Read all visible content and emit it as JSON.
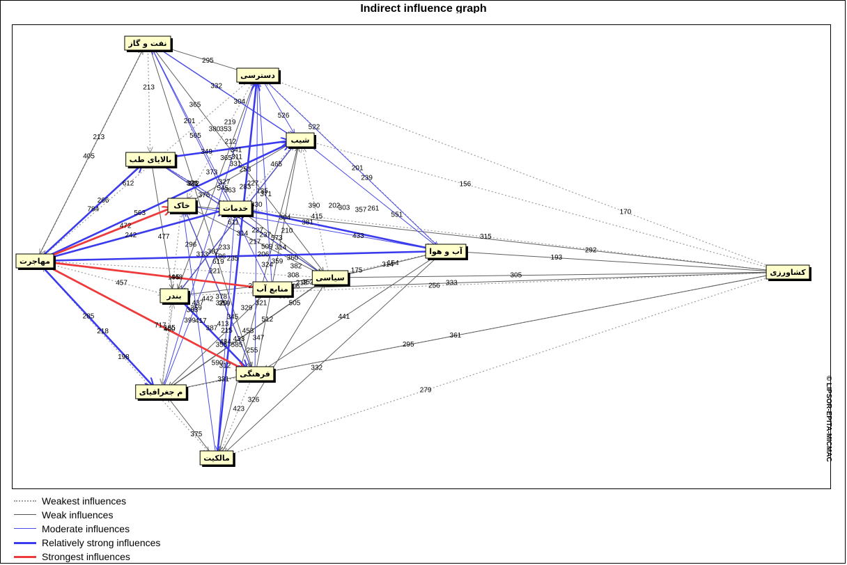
{
  "title": "Indirect influence graph",
  "watermark": "© LIPSOR-EPITA-MICMAC",
  "legend": [
    {
      "label": "Weakest influences",
      "color": "#9a9a9a",
      "style": "dotted"
    },
    {
      "label": "Weak influences",
      "color": "#555555",
      "style": "solid"
    },
    {
      "label": "Moderate influences",
      "color": "#4a4ae8",
      "style": "solid"
    },
    {
      "label": "Relatively strong influences",
      "color": "#3a3aee",
      "style": "thick"
    },
    {
      "label": "Strongest influences",
      "color": "#ee3a3a",
      "style": "thick"
    }
  ],
  "nodes": [
    {
      "id": "naft",
      "label": "نفت و گاز"
    },
    {
      "id": "dastresi",
      "label": "دسترسی"
    },
    {
      "id": "shib",
      "label": "شیب"
    },
    {
      "id": "balayi",
      "label": "بالایای طب"
    },
    {
      "id": "khak",
      "label": "خاک"
    },
    {
      "id": "khadamat",
      "label": "خدمات"
    },
    {
      "id": "mohajerat",
      "label": "مهاجرت"
    },
    {
      "id": "abohava",
      "label": "آب و هوا"
    },
    {
      "id": "keshavarzi",
      "label": "کشاورزی"
    },
    {
      "id": "siasi",
      "label": "سیاسی"
    },
    {
      "id": "manabe",
      "label": "منابع آب"
    },
    {
      "id": "bandar",
      "label": "بندر"
    },
    {
      "id": "farhangi",
      "label": "فرهنگی"
    },
    {
      "id": "jografiayi",
      "label": "م جغرافیای"
    },
    {
      "id": "malekiat",
      "label": "مالکیت"
    }
  ],
  "edges": [
    {
      "from": "mohajerat",
      "to": "khak",
      "type": "strongest",
      "label": "472"
    },
    {
      "from": "mohajerat",
      "to": "manabe",
      "type": "strongest",
      "label": "448"
    },
    {
      "from": "mohajerat",
      "to": "farhangi",
      "type": "strongest",
      "label": "717"
    },
    {
      "from": "mohajerat",
      "to": "balayi",
      "type": "relstrong",
      "label": "784"
    },
    {
      "from": "mohajerat",
      "to": "khadamat",
      "type": "relstrong",
      "label": "242"
    },
    {
      "from": "mohajerat",
      "to": "abohava",
      "type": "relstrong",
      "label": "196"
    },
    {
      "from": "mohajerat",
      "to": "jografiayi",
      "type": "relstrong",
      "label": "285"
    },
    {
      "from": "mohajerat",
      "to": "shib",
      "type": "relstrong",
      "label": "563"
    },
    {
      "from": "balayi",
      "to": "shib",
      "type": "relstrong",
      "label": "349"
    },
    {
      "from": "khadamat",
      "to": "abohava",
      "type": "relstrong",
      "label": "381"
    },
    {
      "from": "bandar",
      "to": "farhangi",
      "type": "relstrong",
      "label": "417"
    },
    {
      "from": "malekiat",
      "to": "dastresi",
      "type": "relstrong",
      "label": "396"
    },
    {
      "from": "jografiayi",
      "to": "dastresi",
      "type": "moderate",
      "label": "545"
    },
    {
      "from": "naft",
      "to": "shib",
      "type": "moderate",
      "label": "304"
    },
    {
      "from": "dastresi",
      "to": "abohava",
      "type": "moderate",
      "label": "239"
    },
    {
      "from": "shib",
      "to": "naft",
      "type": "moderate",
      "label": "332"
    },
    {
      "from": "khadamat",
      "to": "naft",
      "type": "moderate",
      "label": "201"
    },
    {
      "from": "balayi",
      "to": "khadamat",
      "type": "moderate",
      "label": "326"
    },
    {
      "from": "bandar",
      "to": "shib",
      "type": "moderate",
      "label": "611"
    },
    {
      "from": "manabe",
      "to": "dastresi",
      "type": "moderate",
      "label": "371"
    },
    {
      "from": "farhangi",
      "to": "khak",
      "type": "moderate",
      "label": "359"
    },
    {
      "from": "jografiayi",
      "to": "khadamat",
      "type": "moderate",
      "label": "399"
    },
    {
      "from": "siasi",
      "to": "balayi",
      "type": "moderate",
      "label": "237"
    },
    {
      "from": "abohava",
      "to": "khak",
      "type": "moderate",
      "label": "433"
    },
    {
      "from": "shib",
      "to": "abohava",
      "type": "moderate",
      "label": "551"
    },
    {
      "from": "dastresi",
      "to": "shib",
      "type": "moderate",
      "label": "526"
    },
    {
      "from": "manabe",
      "to": "naft",
      "type": "moderate",
      "label": "565"
    },
    {
      "from": "malekiat",
      "to": "khak",
      "type": "moderate",
      "label": "359"
    },
    {
      "from": "farhangi",
      "to": "dastresi",
      "type": "moderate",
      "label": "330"
    },
    {
      "from": "khadamat",
      "to": "malekiat",
      "type": "moderate",
      "label": "484"
    },
    {
      "from": "keshavarzi",
      "to": "khak",
      "type": "weak",
      "label": "292"
    },
    {
      "from": "keshavarzi",
      "to": "abohava",
      "type": "weak",
      "label": "193"
    },
    {
      "from": "keshavarzi",
      "to": "manabe",
      "type": "weak",
      "label": "333"
    },
    {
      "from": "keshavarzi",
      "to": "farhangi",
      "type": "weak",
      "label": "361"
    },
    {
      "from": "keshavarzi",
      "to": "siasi",
      "type": "weak",
      "label": "305"
    },
    {
      "from": "abohava",
      "to": "malekiat",
      "type": "weak",
      "label": "332"
    },
    {
      "from": "abohava",
      "to": "farhangi",
      "type": "weak",
      "label": "441"
    },
    {
      "from": "abohava",
      "to": "siasi",
      "type": "weak",
      "label": "314"
    },
    {
      "from": "mohajerat",
      "to": "naft",
      "type": "weak",
      "label": "405"
    },
    {
      "from": "dastresi",
      "to": "naft",
      "type": "weak",
      "label": "295"
    },
    {
      "from": "siasi",
      "to": "khak",
      "type": "weak",
      "label": "509"
    },
    {
      "from": "shib",
      "to": "malekiat",
      "type": "weak",
      "label": "324"
    },
    {
      "from": "siasi",
      "to": "jografiayi",
      "type": "weak",
      "label": "512"
    },
    {
      "from": "malekiat",
      "to": "jografiayi",
      "type": "weak",
      "label": "375"
    },
    {
      "from": "farhangi",
      "to": "jografiayi",
      "type": "weak",
      "label": "331"
    },
    {
      "from": "naft",
      "to": "farhangi",
      "type": "weak",
      "label": "619"
    },
    {
      "from": "naft",
      "to": "siasi",
      "type": "weak",
      "label": "135"
    },
    {
      "from": "balayi",
      "to": "siasi",
      "type": "weak",
      "label": "227"
    },
    {
      "from": "balayi",
      "to": "bandar",
      "type": "weak",
      "label": "477"
    },
    {
      "from": "khak",
      "to": "farhangi",
      "type": "weak",
      "label": "378"
    },
    {
      "from": "bandar",
      "to": "siasi",
      "type": "weak",
      "label": "222"
    },
    {
      "from": "shib",
      "to": "bandar",
      "type": "weak",
      "label": "206"
    },
    {
      "from": "jografiayi",
      "to": "siasi",
      "type": "weak",
      "label": "433"
    },
    {
      "from": "khadamat",
      "to": "siasi",
      "type": "weak",
      "label": "573"
    },
    {
      "from": "manabe",
      "to": "jografiayi",
      "type": "weak",
      "label": "215"
    },
    {
      "from": "dastresi",
      "to": "bandar",
      "type": "weak",
      "label": "365"
    },
    {
      "from": "khak",
      "to": "shib",
      "type": "weak",
      "label": "327"
    },
    {
      "from": "malekiat",
      "to": "siasi",
      "type": "weak",
      "label": "326"
    },
    {
      "from": "farhangi",
      "to": "shib",
      "type": "weak",
      "label": "304"
    },
    {
      "from": "keshavarzi",
      "to": "dastresi",
      "type": "weakest",
      "label": "170"
    },
    {
      "from": "keshavarzi",
      "to": "shib",
      "type": "weakest",
      "label": "156"
    },
    {
      "from": "keshavarzi",
      "to": "malekiat",
      "type": "weakest",
      "label": "279"
    },
    {
      "from": "keshavarzi",
      "to": "jografiayi",
      "type": "weakest",
      "label": "295"
    },
    {
      "from": "keshavarzi",
      "to": "bandar",
      "type": "weakest",
      "label": "256"
    },
    {
      "from": "keshavarzi",
      "to": "khadamat",
      "type": "weakest",
      "label": "315"
    },
    {
      "from": "abohava",
      "to": "manabe",
      "type": "weakest",
      "label": "175"
    },
    {
      "from": "mohajerat",
      "to": "malekiat",
      "type": "weakest",
      "label": "198"
    },
    {
      "from": "jografiayi",
      "to": "mohajerat",
      "type": "weakest",
      "label": "218"
    },
    {
      "from": "naft",
      "to": "mohajerat",
      "type": "weakest",
      "label": "213"
    },
    {
      "from": "balayi",
      "to": "mohajerat",
      "type": "weakest",
      "label": "266"
    },
    {
      "from": "naft",
      "to": "balayi",
      "type": "weakest",
      "label": "213"
    },
    {
      "from": "shib",
      "to": "khadamat",
      "type": "weakest",
      "label": "465"
    },
    {
      "from": "bandar",
      "to": "jografiayi",
      "type": "weakest",
      "label": "185"
    },
    {
      "from": "jografiayi",
      "to": "bandar",
      "type": "weakest",
      "label": "400"
    },
    {
      "from": "mohajerat",
      "to": "bandar",
      "type": "weakest",
      "label": "457"
    },
    {
      "from": "mohajerat",
      "to": "siasi",
      "type": "weakest",
      "label": "221"
    },
    {
      "from": "dastresi",
      "to": "mohajerat",
      "type": "weakest",
      "label": "612"
    },
    {
      "from": "siasi",
      "to": "abohava",
      "type": "weakest",
      "label": "154"
    },
    {
      "from": "manabe",
      "to": "siasi",
      "type": "weakest",
      "label": "218"
    },
    {
      "from": "khadamat",
      "to": "balayi",
      "type": "weakest",
      "label": "372"
    },
    {
      "from": "abohava",
      "to": "dastresi",
      "type": "weakest",
      "label": "201"
    },
    {
      "from": "siasi",
      "to": "shib",
      "type": "weakest",
      "label": "415"
    },
    {
      "from": "farhangi",
      "to": "malekiat",
      "type": "weakest",
      "label": "423"
    },
    {
      "from": "khak",
      "to": "jografiayi",
      "type": "weakest",
      "label": "195"
    },
    {
      "from": "dastresi",
      "to": "khak",
      "type": "weakest",
      "label": "219"
    }
  ],
  "floating_labels": [
    "534",
    "522",
    "390",
    "202",
    "303",
    "357",
    "261",
    "365",
    "380",
    "353",
    "212",
    "341",
    "311",
    "331",
    "253",
    "227",
    "283",
    "363",
    "376",
    "371",
    "373",
    "210",
    "314",
    "360",
    "382",
    "308",
    "352",
    "505",
    "321",
    "329",
    "345",
    "320",
    "442",
    "437",
    "383",
    "413",
    "387",
    "355",
    "590",
    "312",
    "585",
    "453",
    "347",
    "255",
    "398",
    "306",
    "359",
    "206",
    "217",
    "314",
    "235",
    "233",
    "382",
    "313",
    "296"
  ]
}
